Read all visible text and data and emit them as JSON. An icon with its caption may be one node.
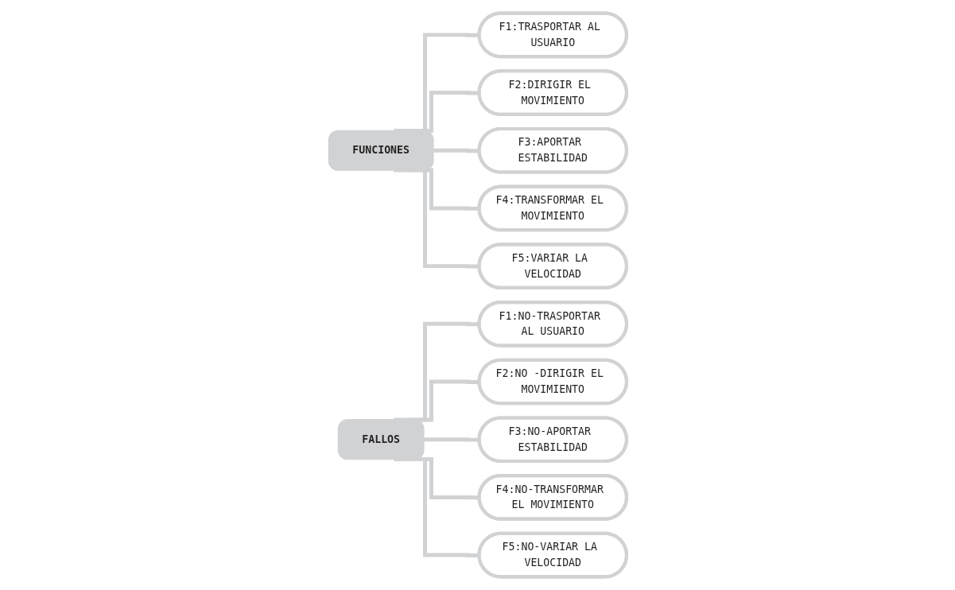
{
  "diagram": {
    "nodes": [
      {
        "text": [
          "FUNCIONES"
        ]
      },
      {
        "text": [
          "F1:TRASPORTAR AL USUARIO"
        ]
      },
      {
        "text": [
          "F2:DIRIGIR EL MOVIMIENTO"
        ]
      },
      {
        "text": [
          "F3:APORTAR ESTABILIDAD"
        ]
      },
      {
        "text": [
          "F4:TRANSFORMAR EL MOVIMIENTO"
        ]
      },
      {
        "text": [
          "F5:VARIAR LA VELOCIDAD"
        ]
      },
      {
        "text": [
          "FALLOS"
        ]
      },
      {
        "text": [
          "F1:NO-TRASPORTAR AL USUARIO"
        ]
      },
      {
        "text": [
          "F2:NO -DIRIGIR EL MOVIMIENTO"
        ]
      },
      {
        "text": [
          "F3:NO-APORTAR ESTABILIDAD"
        ]
      },
      {
        "text": [
          "F4:NO-TRANSFORMAR EL MOVIMIENTO"
        ]
      },
      {
        "text": [
          "F5:NO-VARIAR LA VELOCIDAD"
        ]
      }
    ],
    "edges": [
      {
        "from": 0,
        "to": 1,
        "arrow": "none"
      },
      {
        "from": 0,
        "to": 2,
        "arrow": "none"
      },
      {
        "from": 0,
        "to": 3,
        "arrow": "none"
      },
      {
        "from": 0,
        "to": 4,
        "arrow": "none"
      },
      {
        "from": 0,
        "to": 5,
        "arrow": "none"
      },
      {
        "from": 6,
        "to": 7,
        "arrow": "none"
      },
      {
        "from": 6,
        "to": 8,
        "arrow": "none"
      },
      {
        "from": 6,
        "to": 9,
        "arrow": "none"
      },
      {
        "from": 6,
        "to": 10,
        "arrow": "none"
      },
      {
        "from": 6,
        "to": 11,
        "arrow": "none"
      }
    ]
  }
}
